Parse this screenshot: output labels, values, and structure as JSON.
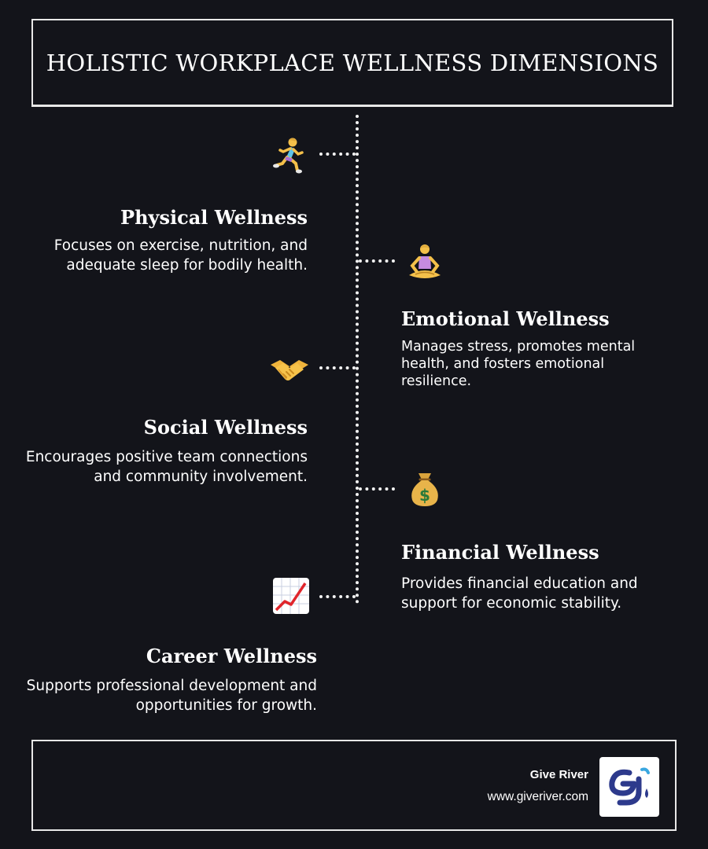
{
  "title": "HOLISTIC WORKPLACE WELLNESS DIMENSIONS",
  "items": [
    {
      "heading": "Physical Wellness",
      "description": "Focuses on exercise, nutrition, and adequate sleep for bodily health.",
      "icon": "runner-icon"
    },
    {
      "heading": "Emotional Wellness",
      "description": "Manages stress, promotes mental health, and fosters emotional resilience.",
      "icon": "meditation-icon"
    },
    {
      "heading": "Social Wellness",
      "description": "Encourages positive team connections and community involvement.",
      "icon": "handshake-icon"
    },
    {
      "heading": "Financial Wellness",
      "description": "Provides financial education and support for economic stability.",
      "icon": "money-bag-icon"
    },
    {
      "heading": "Career Wellness",
      "description": "Supports professional development and opportunities for growth.",
      "icon": "chart-increasing-icon"
    }
  ],
  "footer": {
    "brand": "Give River",
    "url": "www.giveriver.com"
  },
  "colors": {
    "background": "#13141a",
    "text": "#ffffff",
    "border": "#e8e8e8",
    "logo_blue": "#2d3a8c",
    "logo_accent": "#3aa7e0"
  }
}
